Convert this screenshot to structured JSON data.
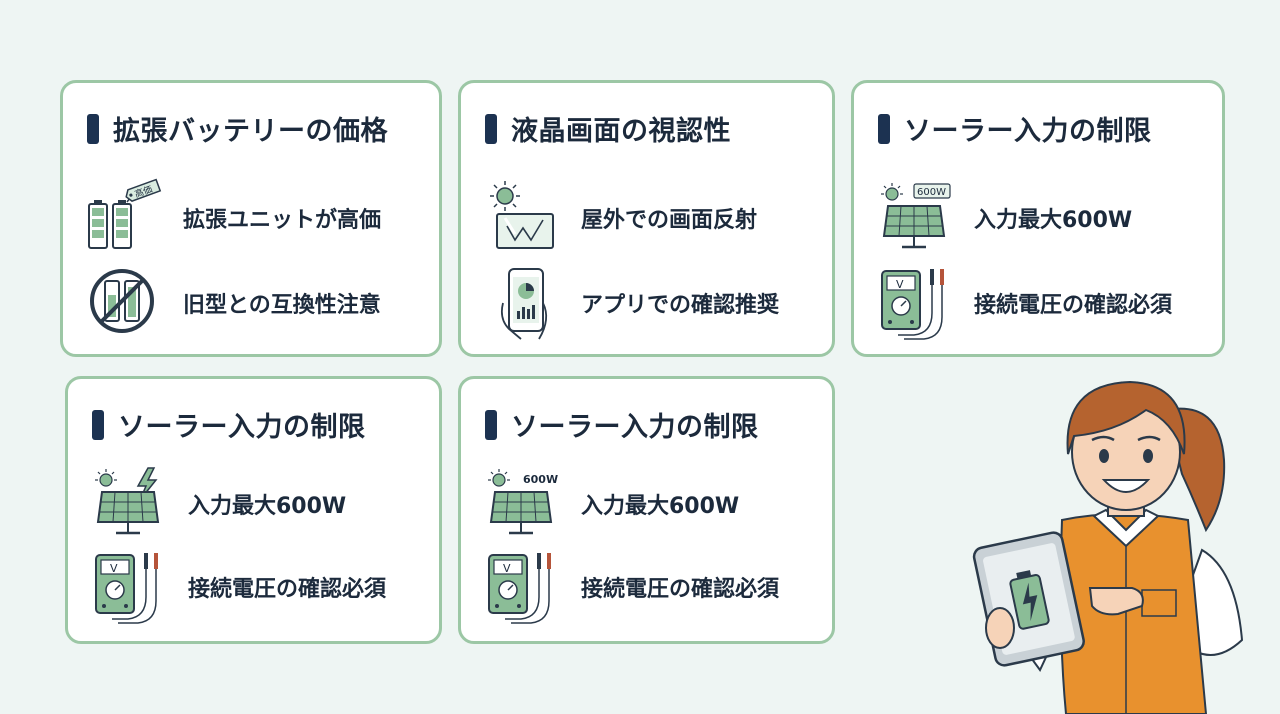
{
  "colors": {
    "background": "#eef5f3",
    "card_border": "#9cc7a5",
    "title_bar": "#1c3251",
    "icon_green": "#8bbd97",
    "icon_dark": "#2b3a4a",
    "vest": "#e8912e"
  },
  "cards": [
    {
      "title": "拡張バッテリーの価格",
      "items": [
        {
          "icon": "battery-price-tag-icon",
          "tag": "高価",
          "label": "拡張ユニットが高価"
        },
        {
          "icon": "no-battery-icon",
          "label": "旧型との互換性注意"
        }
      ]
    },
    {
      "title": "液晶画面の視認性",
      "items": [
        {
          "icon": "sun-glare-screen-icon",
          "label": "屋外での画面反射"
        },
        {
          "icon": "phone-app-icon",
          "label": "アプリでの確認推奨"
        }
      ]
    },
    {
      "title": "ソーラー入力の制限",
      "items": [
        {
          "icon": "solar-panel-icon",
          "tag": "600W",
          "label": "入力最大600W"
        },
        {
          "icon": "multimeter-icon",
          "meter": "V",
          "label": "接続電圧の確認必須"
        }
      ]
    },
    {
      "title": "ソーラー入力の制限",
      "items": [
        {
          "icon": "solar-panel-lightning-icon",
          "label": "入力最大600W"
        },
        {
          "icon": "multimeter-icon",
          "meter": "V",
          "label": "接続電圧の確認必須"
        }
      ]
    },
    {
      "title": "ソーラー入力の制限",
      "items": [
        {
          "icon": "solar-panel-icon",
          "tag": "600W",
          "label": "入力最大600W"
        },
        {
          "icon": "multimeter-icon",
          "meter": "V",
          "label": "接続電圧の確認必須"
        }
      ]
    }
  ],
  "illustration": {
    "icon": "woman-with-tablet-illustration"
  }
}
